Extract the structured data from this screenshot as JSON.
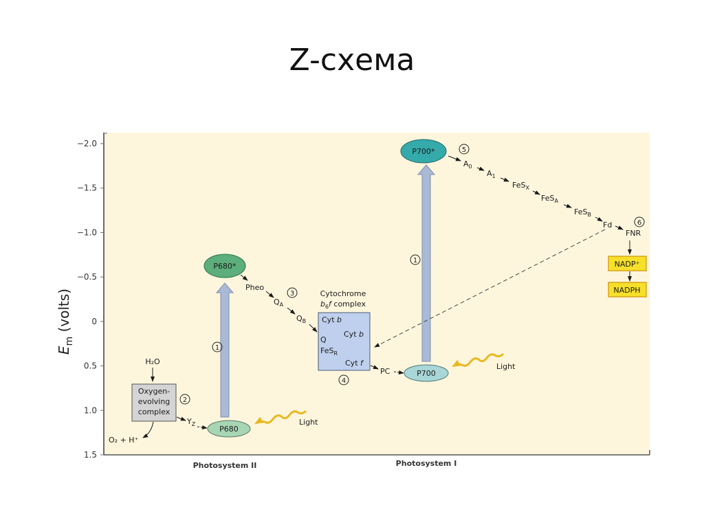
{
  "slide": {
    "title": "Z-схема"
  },
  "diagram": {
    "colors": {
      "background": "#fdf6dd",
      "axis": "#6b6b6b",
      "light_arrow": "#e8b820",
      "excitation_arrow": "#a9b9d6",
      "p680_star": "#5cae7a",
      "p680": "#a8d5b3",
      "p700_star": "#35aaab",
      "p700": "#a9d6d7",
      "cytochrome_box": "#bfd0ee",
      "oec_box": "#d4d4d4",
      "nadp_box": "#f6e02a",
      "nadp_border": "#d8a21c"
    },
    "y_axis": {
      "label_main": "E",
      "label_sub": "m",
      "label_unit": " (volts)",
      "range": [
        -2.0,
        1.5
      ],
      "ticks": [
        {
          "v": -2.0,
          "label": "−2.0"
        },
        {
          "v": -1.5,
          "label": "−1.5"
        },
        {
          "v": -1.0,
          "label": "−1.0"
        },
        {
          "v": -0.5,
          "label": "−0.5"
        },
        {
          "v": 0,
          "label": "0"
        },
        {
          "v": 0.5,
          "label": "0.5"
        },
        {
          "v": 1.0,
          "label": "1.0"
        },
        {
          "v": 1.5,
          "label": "1.5"
        }
      ]
    },
    "x_labels": {
      "ps2": "Photosystem II",
      "ps1": "Photosystem I"
    },
    "nodes": {
      "p680_star": "P680*",
      "p680": "P680",
      "p700_star": "P700*",
      "p700": "P700",
      "h2o": "H₂O",
      "oec_line1": "Oxygen-",
      "oec_line2": "evolving",
      "oec_line3": "complex",
      "o2": "O₂ + H⁺",
      "yz_main": "Y",
      "yz_sub": "Z",
      "pheo": "Pheo",
      "qa_main": "Q",
      "qa_sub": "A",
      "qb_main": "Q",
      "qb_sub": "B",
      "cyt_title1": "Cytochrome",
      "cyt_title2_b": "b",
      "cyt_title2_sub": "6",
      "cyt_title2_f": "f",
      "cyt_title2_rest": " complex",
      "cyt_b1_main": "Cyt ",
      "cyt_b1_it": "b",
      "cyt_b2_main": "Cyt ",
      "cyt_b2_it": "b",
      "cyt_q": "Q",
      "cyt_fes_main": "FeS",
      "cyt_fes_sub": "R",
      "cyt_f_main": "Cyt ",
      "cyt_f_it": "f",
      "pc": "PC",
      "a0_main": "A",
      "a0_sub": "0",
      "a1_main": "A",
      "a1_sub": "1",
      "fesx_main": "FeS",
      "fesx_sub": "X",
      "fesa_main": "FeS",
      "fesa_sub": "A",
      "fesb_main": "FeS",
      "fesb_sub": "B",
      "fd": "Fd",
      "fnr": "FNR",
      "nadp": "NADP⁺",
      "nadph": "NADPH",
      "light1": "Light",
      "light2": "Light"
    },
    "steps": [
      "1",
      "1",
      "2",
      "3",
      "4",
      "5",
      "6"
    ]
  }
}
